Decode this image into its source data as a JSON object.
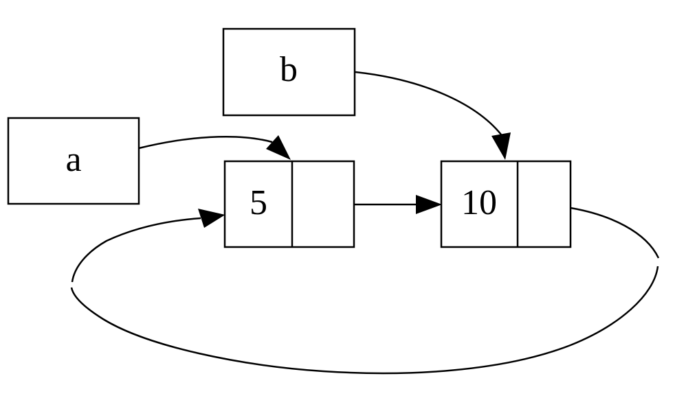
{
  "page": {
    "background": "#ffffff"
  },
  "diagram": {
    "type": "circular-linked-list",
    "stroke_color": "#000000",
    "text_color": "#000000",
    "pointers": [
      {
        "label": "a",
        "points_to": "node-5"
      },
      {
        "label": "b",
        "points_to": "node-10"
      }
    ],
    "nodes": [
      {
        "value": "5",
        "next": "node-10"
      },
      {
        "value": "10",
        "next": "node-5"
      }
    ],
    "edges": [
      {
        "from": "a",
        "to": "node-5",
        "style": "curve"
      },
      {
        "from": "b",
        "to": "node-10",
        "style": "curve"
      },
      {
        "from": "node-5",
        "to": "node-10",
        "style": "straight"
      },
      {
        "from": "node-10",
        "to": "node-5",
        "style": "loop"
      }
    ]
  }
}
